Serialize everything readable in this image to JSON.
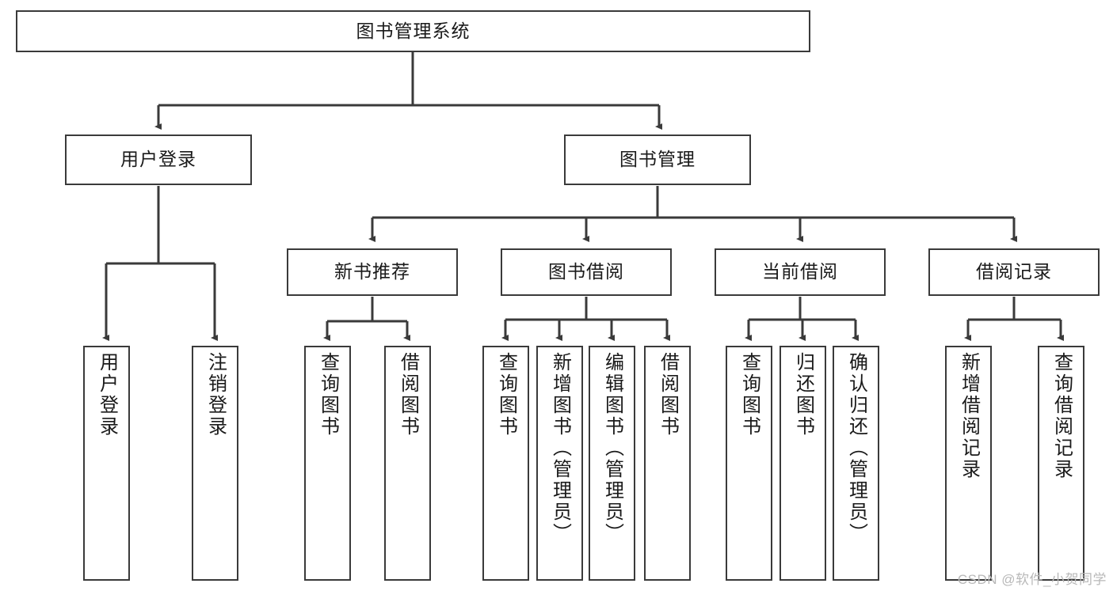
{
  "diagram": {
    "type": "tree-hierarchy",
    "title": "图书管理系统",
    "watermark": "CSDN @软件_小贺同学",
    "stroke_color": "#3a3a3a",
    "fill_color": "#ffffff",
    "text_color": "#1a1a1a",
    "watermark_color": "#b8b8b8"
  },
  "nodes": {
    "root": {
      "label": "图书管理系统"
    },
    "level2": [
      {
        "id": "user-login",
        "label": "用户登录"
      },
      {
        "id": "book-manage",
        "label": "图书管理"
      }
    ],
    "level3": [
      {
        "id": "new-book-recommend",
        "label": "新书推荐"
      },
      {
        "id": "book-borrow",
        "label": "图书借阅"
      },
      {
        "id": "current-borrow",
        "label": "当前借阅"
      },
      {
        "id": "borrow-record",
        "label": "借阅记录"
      }
    ],
    "leaves": {
      "user_login": [
        {
          "id": "leaf-user-login",
          "label": "用户登录"
        },
        {
          "id": "leaf-logout-login",
          "label": "注销登录"
        }
      ],
      "new_book_recommend": [
        {
          "id": "leaf-query-book-1",
          "label": "查询图书"
        },
        {
          "id": "leaf-borrow-book-1",
          "label": "借阅图书"
        }
      ],
      "book_borrow": [
        {
          "id": "leaf-query-book-2",
          "label": "查询图书"
        },
        {
          "id": "leaf-add-book",
          "label": "新增图书（管理员）"
        },
        {
          "id": "leaf-edit-book",
          "label": "编辑图书（管理员）"
        },
        {
          "id": "leaf-borrow-book-2",
          "label": "借阅图书"
        }
      ],
      "current_borrow": [
        {
          "id": "leaf-query-book-3",
          "label": "查询图书"
        },
        {
          "id": "leaf-return-book",
          "label": "归还图书"
        },
        {
          "id": "leaf-confirm-return",
          "label": "确认归还（管理员）"
        }
      ],
      "borrow_record": [
        {
          "id": "leaf-add-record",
          "label": "新增借阅记录"
        },
        {
          "id": "leaf-query-record",
          "label": "查询借阅记录"
        }
      ]
    }
  }
}
